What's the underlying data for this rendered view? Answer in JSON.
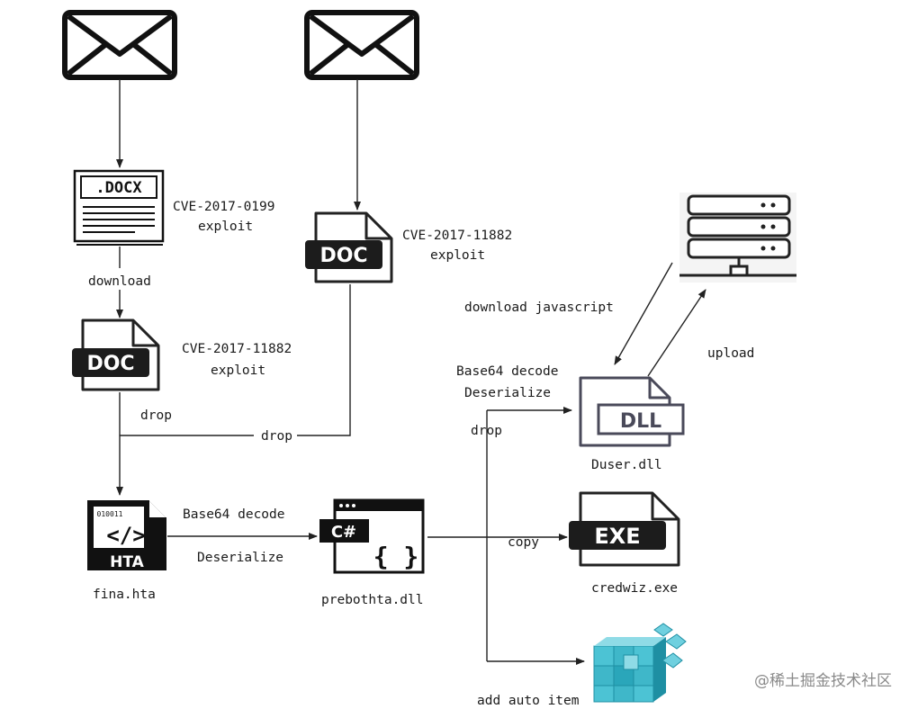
{
  "labels": {
    "cve_0199": "CVE-2017-0199",
    "exploit_1": "exploit",
    "cve_11882_a": "CVE-2017-11882",
    "exploit_2": "exploit",
    "cve_11882_b": "CVE-2017-11882",
    "exploit_3": "exploit",
    "download": "download",
    "drop_1": "drop",
    "drop_2": "drop",
    "drop_3": "drop",
    "download_js": "download javascript",
    "upload": "upload",
    "b64_1": "Base64 decode",
    "deser_1": "Deserialize",
    "b64_2": "Base64 decode",
    "deser_2": "Deserialize",
    "copy": "copy",
    "add_auto_item": "add auto item"
  },
  "files": {
    "fina_hta": "fina.hta",
    "prebothta_dll": "prebothta.dll",
    "duser_dll": "Duser.dll",
    "credwiz_exe": "credwiz.exe"
  },
  "icons": {
    "docx_badge": ".DOCX",
    "doc_badge_1": "DOC",
    "doc_badge_2": "DOC",
    "hta_badge": "HTA",
    "hta_bits": "010011",
    "hta_tag": "</>",
    "csharp_badge": "C#",
    "csharp_braces": "{ }",
    "dll_badge": "DLL",
    "exe_badge": "EXE"
  },
  "watermark": "@稀土掘金技术社区",
  "colors": {
    "ink": "#111111",
    "arrow": "#222222",
    "registry_teal": "#3fb7c9",
    "registry_dark": "#1e8fa3",
    "dll_outline": "#4a4a5a"
  }
}
